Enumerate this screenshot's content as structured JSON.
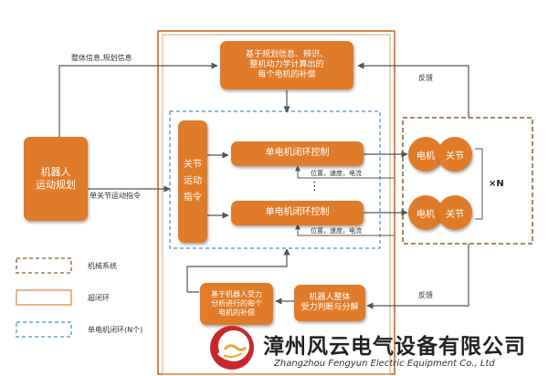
{
  "colors": {
    "accent": "#e07b2a",
    "outer_border": "#c9692a",
    "mech_dash": "#9a7a55",
    "blue_dash": "#4a90c0",
    "arrow": "#555555",
    "logo_red": "#c8282b"
  },
  "boxes": {
    "robot_motion_planning": "机器人\n运动规划",
    "compensation_calc": "基于规划信息、辨识、\n整机动力学计算出的\n每个电机的补偿",
    "joint_command": "关节\n运动\n指令",
    "single_motor_ctrl_1": "单电机闭环控制",
    "single_motor_ctrl_2": "单电机闭环控制",
    "force_analysis": "机器人整体\n受力判断与分解",
    "force_compensation": "基于机器人受力\n分析进行的每个\n电机的补偿"
  },
  "motors": [
    {
      "motor": "电机",
      "joint": "关节"
    },
    {
      "motor": "电机",
      "joint": "关节"
    }
  ],
  "multiplier": "×N",
  "ellipsis": "⋮",
  "labels": {
    "overall_planning_info": "整体信息,规划信息",
    "single_joint_cmd": "单关节运动指令",
    "feedback_top": "反馈",
    "feedback_bottom": "反馈",
    "pos_speed_current_1": "位置，速度，电流",
    "pos_speed_current_2": "位置，速度，电流"
  },
  "legend": [
    {
      "style": "mech",
      "label": "机械系统"
    },
    {
      "style": "super",
      "label": "超闭环"
    },
    {
      "style": "single",
      "label": "单电机闭环(N个)"
    }
  ],
  "footer": {
    "company_cn": "漳州风云电气设备有限公司",
    "company_en": "Zhangzhou Fengyun Electric Equipment Co., Ltd"
  },
  "logo_icon": "fengyun-logo"
}
